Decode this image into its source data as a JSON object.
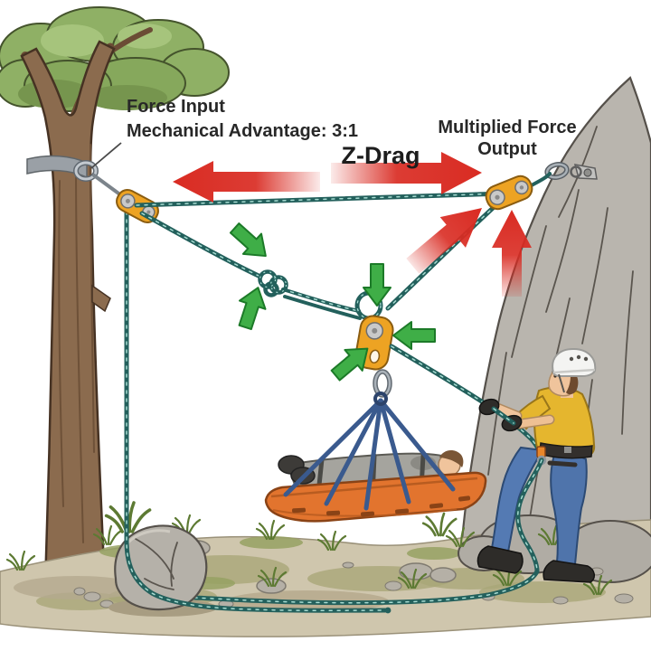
{
  "figure": {
    "type": "rescue-rigging-illustration",
    "subject": "Z-drag 3:1 mechanical advantage rope rescue system",
    "labels": {
      "force_input": "Force Input",
      "mechanical_advantage": "Mechanical Advantage: 3:1",
      "system": "Z-Drag",
      "output_line1": "Multiplied Force",
      "output_line2": "Output"
    },
    "colors": {
      "arrow_red": "#d92b22",
      "arrow_green": "#3fae47",
      "rope_teal": "#23605c",
      "pulley_orange": "#eda323",
      "litter_orange": "#e2742e",
      "webbing_blue": "#3a5a8e",
      "shirt_yellow": "#e5b62e",
      "jeans_blue": "#4f74ab",
      "rock_gray": "#b9b5ae",
      "foliage_green": "#8fb065",
      "trunk_brown": "#8b6b4e",
      "ground_tan": "#cfc6ad"
    },
    "components": [
      "tree anchor with sling, ring and pulley",
      "mainline rope",
      "prusik knot",
      "traveling pulley with carabiner (master point)",
      "rock bolt anchor with carabiner and pulley",
      "orange basket litter with patient",
      "blue webbing bridle",
      "rescuer hauling rope at rock face",
      "boulder and rope tails on ground"
    ],
    "arrows": {
      "red": [
        "left along mainline",
        "right along mainline",
        "up-right toward rock pulley",
        "up at rock face"
      ],
      "green": [
        "toward prusik from upper left",
        "toward prusik from below",
        "down toward master point",
        "left toward traveling pulley",
        "up-right toward traveling pulley"
      ]
    }
  }
}
